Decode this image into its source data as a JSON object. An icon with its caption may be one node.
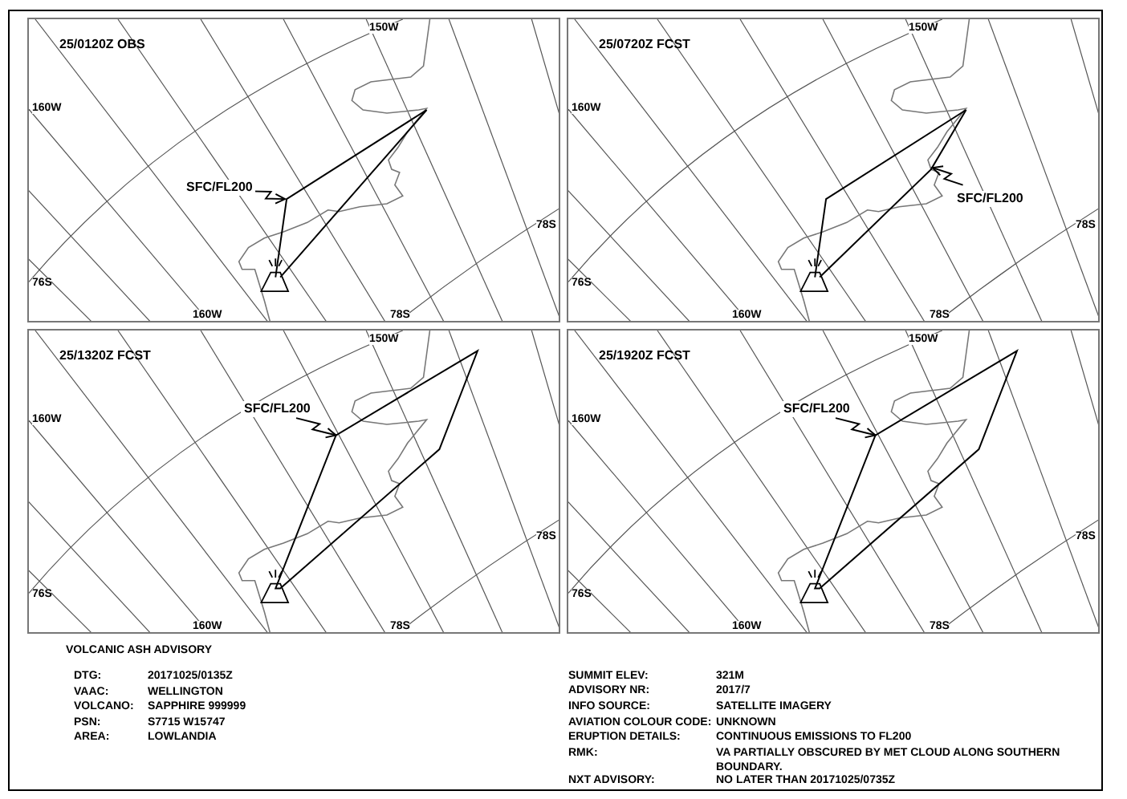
{
  "diagram": {
    "nodes": [
      {
        "text": [
          "25/0120Z OBS"
        ]
      },
      {
        "text": [
          "SFC/FL200"
        ],
        "in": 0
      },
      {
        "text": [],
        "shape": "polygon",
        "in": 0
      },
      {
        "text": [
          "25/0720Z FCST"
        ]
      },
      {
        "text": [
          "SFC/FL200"
        ],
        "in": 3
      },
      {
        "text": [],
        "shape": "polygon",
        "in": 3
      },
      {
        "text": [
          "25/1320Z FCST"
        ]
      },
      {
        "text": [
          "SFC/FL200"
        ],
        "in": 6
      },
      {
        "text": [],
        "shape": "polygon",
        "in": 6
      },
      {
        "text": [
          "25/1920Z FCST"
        ]
      },
      {
        "text": [
          "SFC/FL200"
        ],
        "in": 9
      },
      {
        "text": [],
        "shape": "polygon",
        "in": 9
      }
    ],
    "edges": [
      {
        "from": 1,
        "to": 2,
        "arrow": "to"
      },
      {
        "from": 4,
        "to": 5,
        "arrow": "to"
      },
      {
        "from": 7,
        "to": 8,
        "arrow": "to"
      },
      {
        "from": 10,
        "to": 11,
        "arrow": "to"
      }
    ],
    "labels": [
      "150W",
      "160W",
      "78S",
      "76S",
      "160W",
      "78S",
      "150W",
      "160W",
      "78S",
      "76S",
      "160W",
      "78S",
      "150W",
      "160W",
      "78S",
      "76S",
      "160W",
      "78S",
      "150W",
      "160W",
      "78S",
      "76S",
      "160W",
      "78S",
      "VOLCANIC ASH ADVISORY",
      "DTG:",
      "20171025/0135Z",
      "VAAC:",
      "WELLINGTON",
      "VOLCANO:",
      "SAPPHIRE 999999",
      "PSN:",
      "S7715 W15747",
      "AREA:",
      "LOWLANDIA",
      "SUMMIT ELEV:",
      "321M",
      "ADVISORY NR:",
      "2017/7",
      "INFO SOURCE:",
      "SATELLITE IMAGERY",
      "AVIATION COLOUR CODE:",
      "UNKNOWN",
      "ERUPTION DETAILS:",
      "CONTINUOUS EMISSIONS TO FL200",
      "RMK:",
      "VA PARTIALLY OBSCURED BY MET CLOUD ALONG SOUTHERN BOUNDARY.",
      "NXT ADVISORY:",
      "NO LATER THAN 20171025/0735Z"
    ]
  }
}
